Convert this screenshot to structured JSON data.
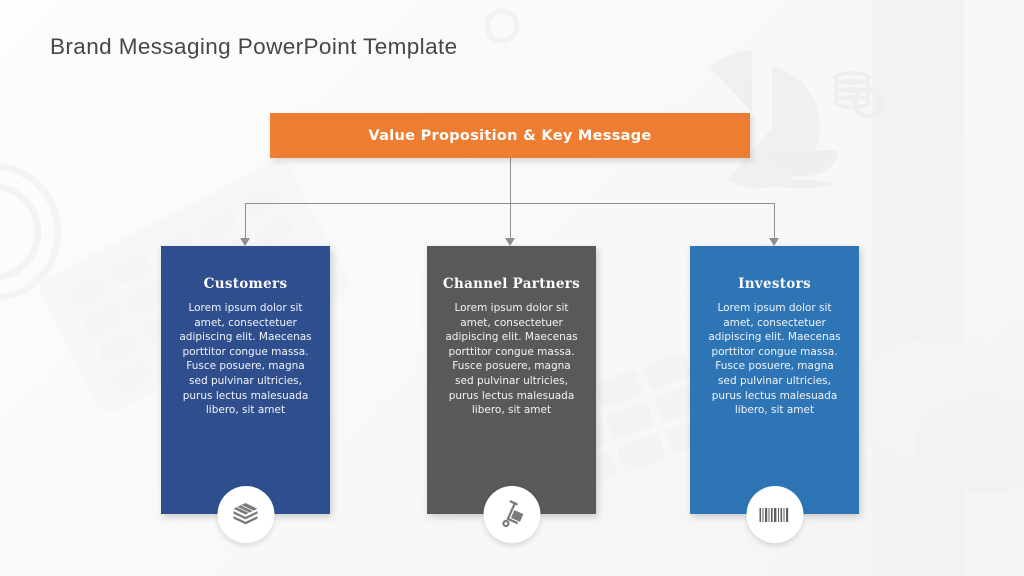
{
  "slide": {
    "title": "Brand Messaging PowerPoint Template"
  },
  "banner": {
    "label": "Value Proposition & Key Message",
    "color": "#ED7D31"
  },
  "connector": {
    "color": "#8F8F8F",
    "style": "tree-with-arrowheads"
  },
  "cards": [
    {
      "heading": "Customers",
      "color": "#2E4E8E",
      "icon": "books-stack-icon",
      "body_lines": [
        "Lorem ipsum dolor sit",
        "amet, consectetuer",
        "adipiscing elit. Maecenas",
        "porttitor congue massa.",
        "Fusce posuere, magna",
        "sed pulvinar ultricies,",
        "purus lectus malesuada",
        "libero, sit amet"
      ]
    },
    {
      "heading": "Channel Partners",
      "color": "#595959",
      "icon": "hand-truck-icon",
      "body_lines": [
        "Lorem ipsum dolor sit",
        "amet, consectetuer",
        "adipiscing elit. Maecenas",
        "porttitor congue massa.",
        "Fusce posuere, magna",
        "sed pulvinar ultricies,",
        "purus lectus malesuada",
        "libero, sit amet"
      ]
    },
    {
      "heading": "Investors",
      "color": "#2E75B6",
      "icon": "barcode-icon",
      "body_lines": [
        "Lorem ipsum dolor sit",
        "amet, consectetuer",
        "adipiscing elit. Maecenas",
        "porttitor congue massa.",
        "Fusce posuere, magna",
        "sed pulvinar ultricies,",
        "purus lectus malesuada",
        "libero, sit amet"
      ]
    }
  ]
}
